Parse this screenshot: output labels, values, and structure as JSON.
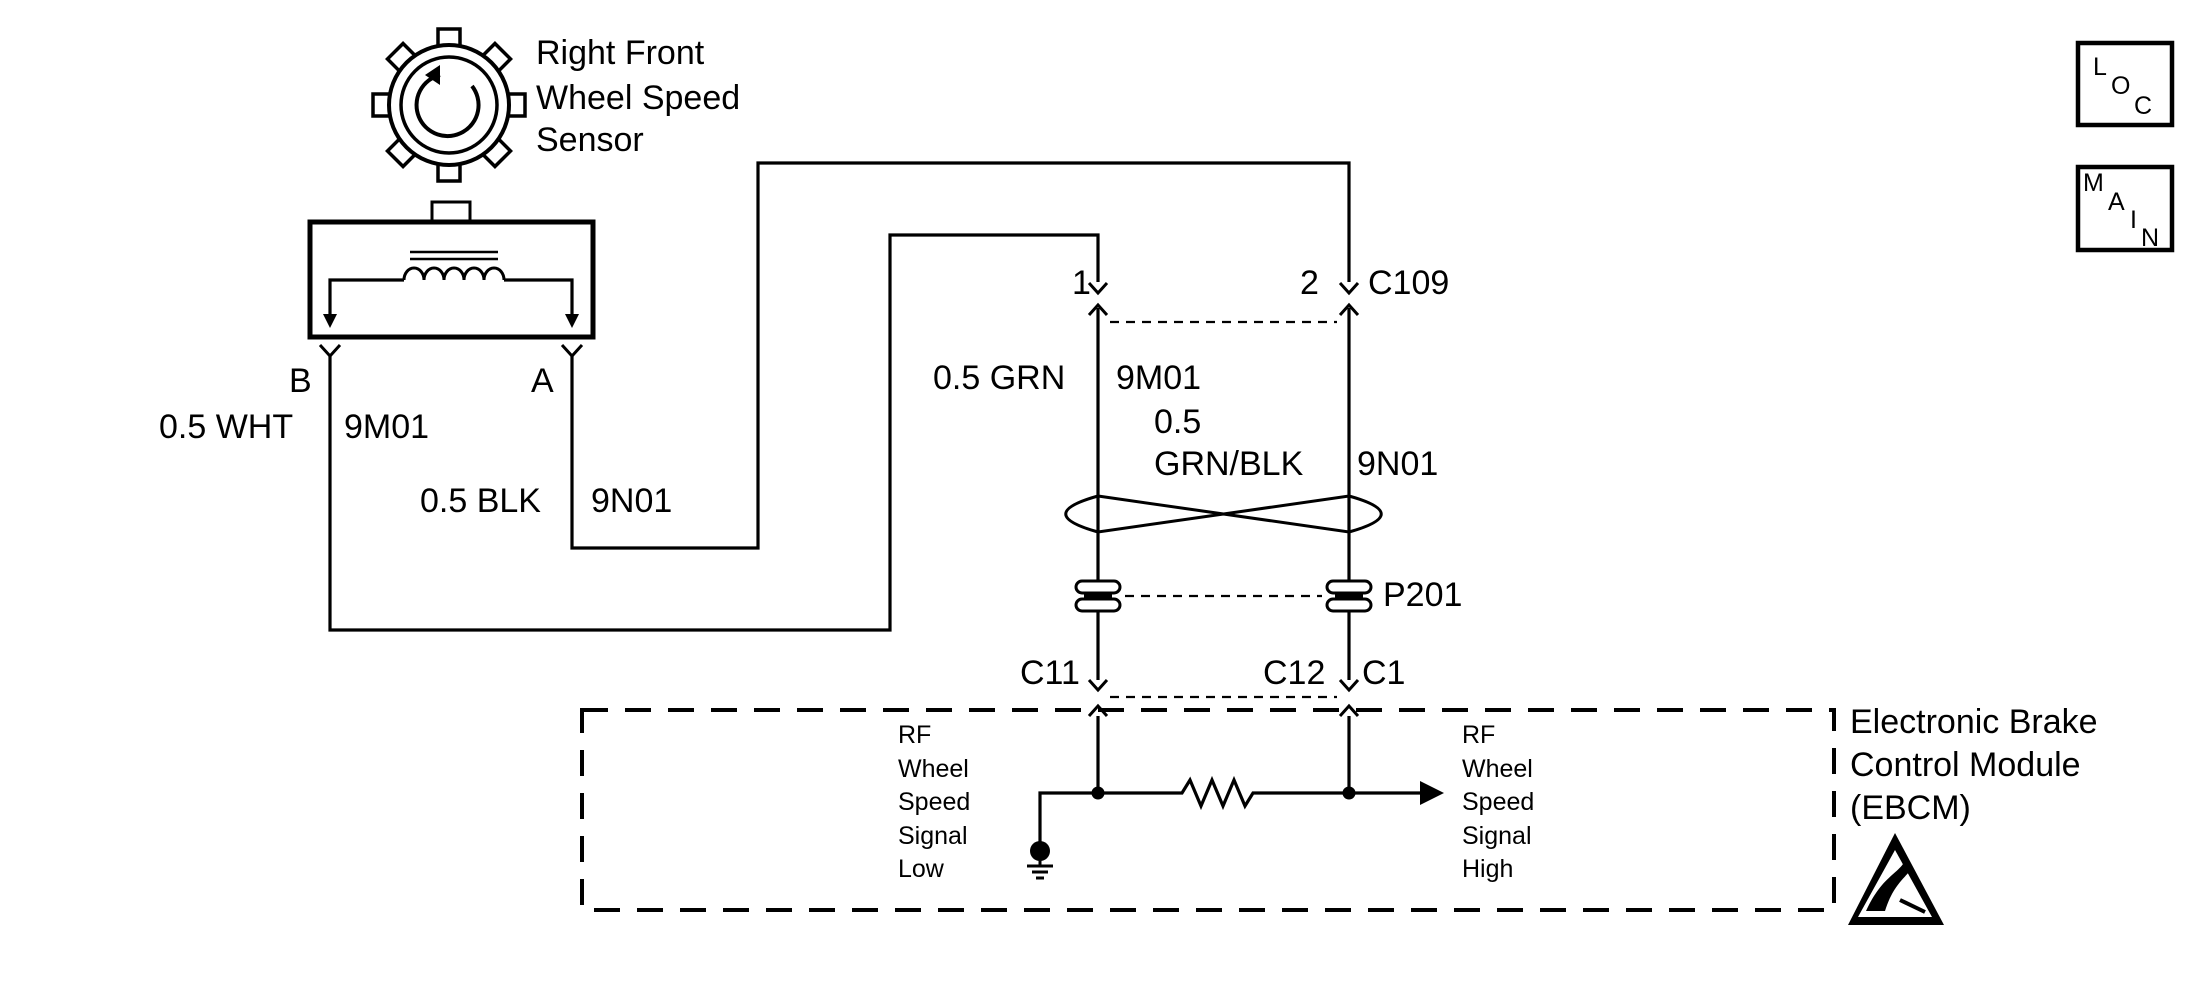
{
  "sensor": {
    "title_lines": [
      "Right Front",
      "Wheel Speed",
      "Sensor"
    ],
    "terminal_b": "B",
    "terminal_a": "A"
  },
  "wires": {
    "left_color": "0.5 WHT",
    "left_circuit": "9M01",
    "blk_color": "0.5 BLK",
    "blk_circuit": "9N01",
    "grn_color": "0.5 GRN",
    "grn_circuit": "9M01",
    "grnblk_line1": "0.5",
    "grnblk_line2": "GRN/BLK",
    "grnblk_circuit": "9N01"
  },
  "connectors": {
    "pin1": "1",
    "pin2": "2",
    "c109": "C109",
    "p201": "P201",
    "c11": "C11",
    "c12": "C12",
    "c1": "C1"
  },
  "module": {
    "name_lines": [
      "Electronic Brake",
      "Control Module",
      "(EBCM)"
    ],
    "low_signal_lines": [
      "RF",
      "Wheel",
      "Speed",
      "Signal",
      "Low"
    ],
    "high_signal_lines": [
      "RF",
      "Wheel",
      "Speed",
      "Signal",
      "High"
    ]
  },
  "nav_buttons": {
    "loc": [
      "L",
      "O",
      "C"
    ],
    "main": [
      "M",
      "A",
      "I",
      "N"
    ]
  },
  "colors": {
    "ink": "#000000",
    "background": "#ffffff"
  }
}
